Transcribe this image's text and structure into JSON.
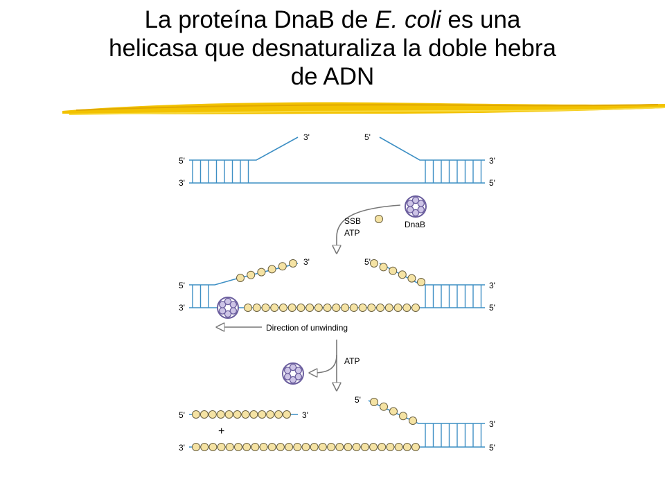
{
  "title": {
    "line1_before": "La proteína DnaB de ",
    "line1_species": "E. coli",
    "line1_after": " es una",
    "line2": "helicasa que desnaturaliza la doble hebra",
    "line3": "de ADN"
  },
  "colors": {
    "strand": "#3d8fc4",
    "ssb_fill": "#f5e3a4",
    "ssb_stroke": "#6a6040",
    "dnab_stroke": "#6b5e9e",
    "dnab_fill": "#cdc4e6",
    "arrow": "#777777",
    "underline": "#f2c200"
  },
  "diagram": {
    "labels": {
      "five_prime": "5'",
      "three_prime": "3'",
      "ssb": "SSB",
      "atp": "ATP",
      "dnab": "DnaB",
      "direction": "Direction of unwinding",
      "plus": "+"
    }
  }
}
